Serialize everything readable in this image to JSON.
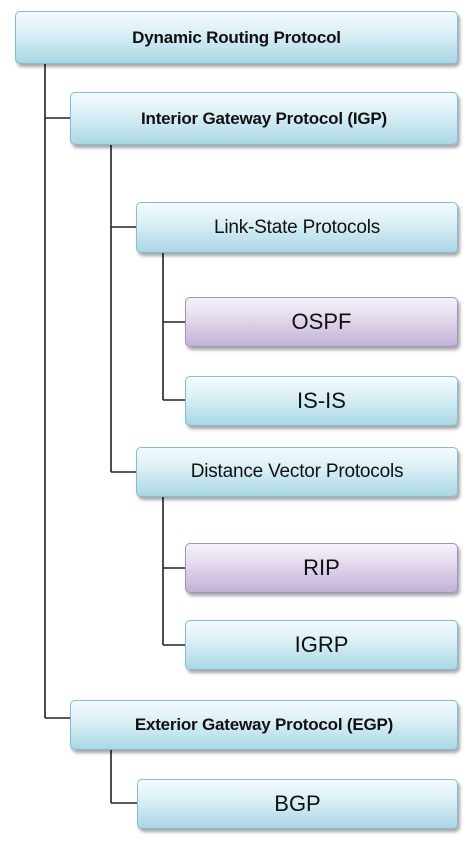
{
  "diagram": {
    "root": {
      "label": "Dynamic Routing Protocol"
    },
    "igp": {
      "label": "Interior Gateway Protocol (IGP)",
      "link_state": {
        "label": "Link-State Protocols",
        "children": [
          "OSPF",
          "IS-IS"
        ]
      },
      "distance_vector": {
        "label": "Distance Vector Protocols",
        "children": [
          "RIP",
          "IGRP"
        ]
      }
    },
    "egp": {
      "label": "Exterior Gateway Protocol (EGP)",
      "children": [
        "BGP"
      ]
    }
  },
  "colors": {
    "blue_box": "#c2e4ee",
    "blue_border": "#86bccd",
    "purple_box": "#d3c6e2",
    "purple_border": "#a193bd",
    "connector": "#222222"
  }
}
